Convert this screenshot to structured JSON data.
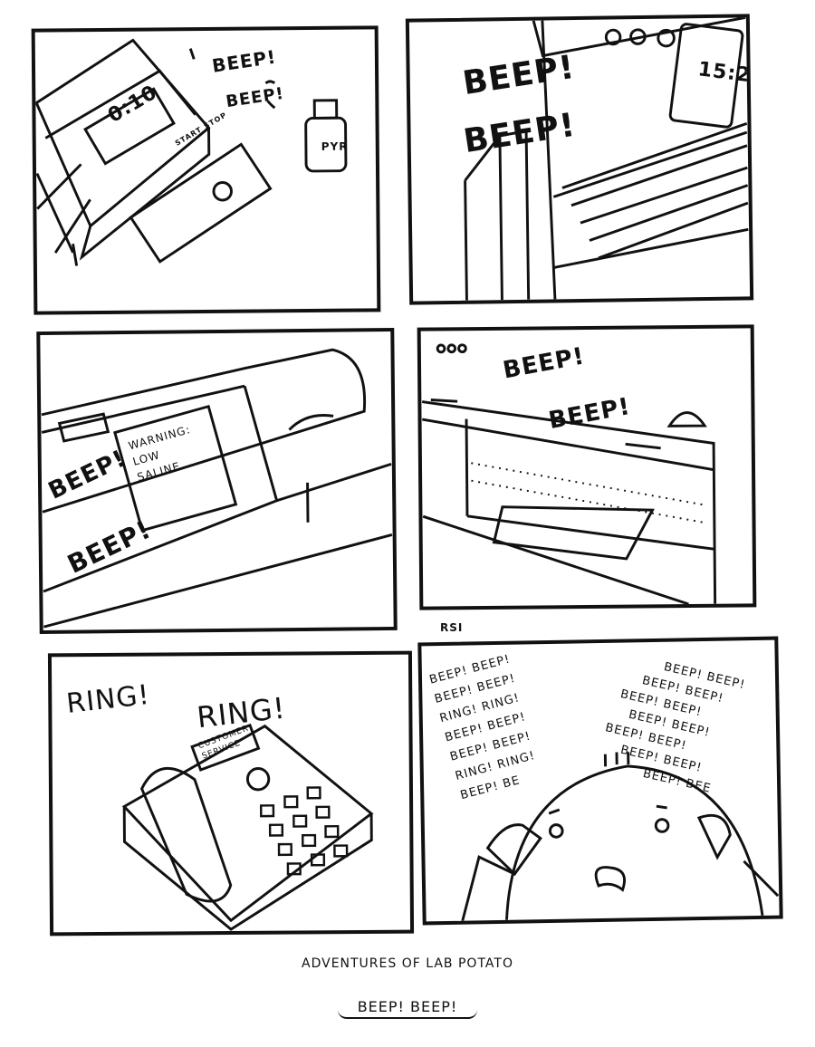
{
  "panels": [
    {
      "sound": [
        "BEEP!",
        "BEEP!"
      ],
      "timer_display": "0:10",
      "timer_button": "START STOP",
      "bottle_label": "PYR"
    },
    {
      "sound": [
        "BEEP!",
        "BEEP!"
      ],
      "display": "15:2"
    },
    {
      "sound": [
        "BEEP!",
        "BEEP!"
      ],
      "screen_text": [
        "WARNING:",
        "LOW",
        "SALINE."
      ]
    },
    {
      "sound": [
        "BEEP!",
        "BEEP!"
      ]
    },
    {
      "sound": [
        "RING!",
        "RING!"
      ],
      "phone_display": [
        "CUSTOMER",
        "SERVICE"
      ]
    },
    {
      "corner_mark": "RSI",
      "left_lines": [
        "BEEP! BEEP!",
        "BEEP! BEEP!",
        "RING! RING!",
        "BEEP! BEEP!",
        "BEEP! BEEP!",
        "RING! RING!",
        "BEEP! BE"
      ],
      "right_lines": [
        "BEEP! BEEP!",
        "BEEP! BEEP!",
        "BEEP! BEEP!",
        "BEEP! BEEP!",
        "BEEP! BEEP!",
        "BEEP! BEEP!",
        "BEEP! BEE"
      ]
    }
  ],
  "caption": {
    "title": "ADVENTURES OF LAB POTATO",
    "subtitle": "BEEP! BEEP!"
  }
}
